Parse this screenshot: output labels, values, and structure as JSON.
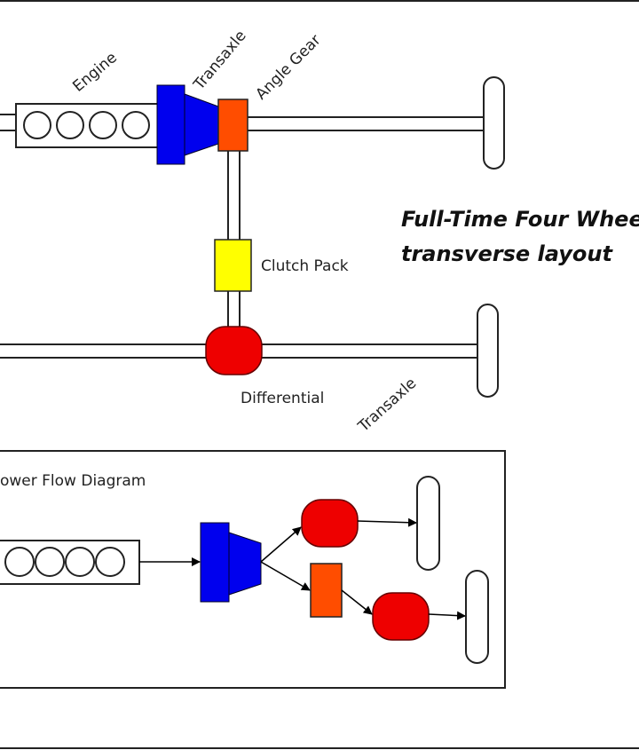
{
  "labels": {
    "engine": "Engine",
    "transaxle_top": "Transaxle",
    "angle_gear": "Angle Gear",
    "clutch_pack": "Clutch Pack",
    "differential": "Differential",
    "transaxle_bottom": "Transaxle"
  },
  "title": {
    "line1": "Full-Time Four Whee",
    "line2": "transverse layout"
  },
  "power_flow": {
    "title": "ower Flow Diagram"
  },
  "colors": {
    "transaxle": "#0000ee",
    "angle_gear": "#ff4d00",
    "clutch_pack": "#ffff00",
    "differential": "#ee0000"
  }
}
